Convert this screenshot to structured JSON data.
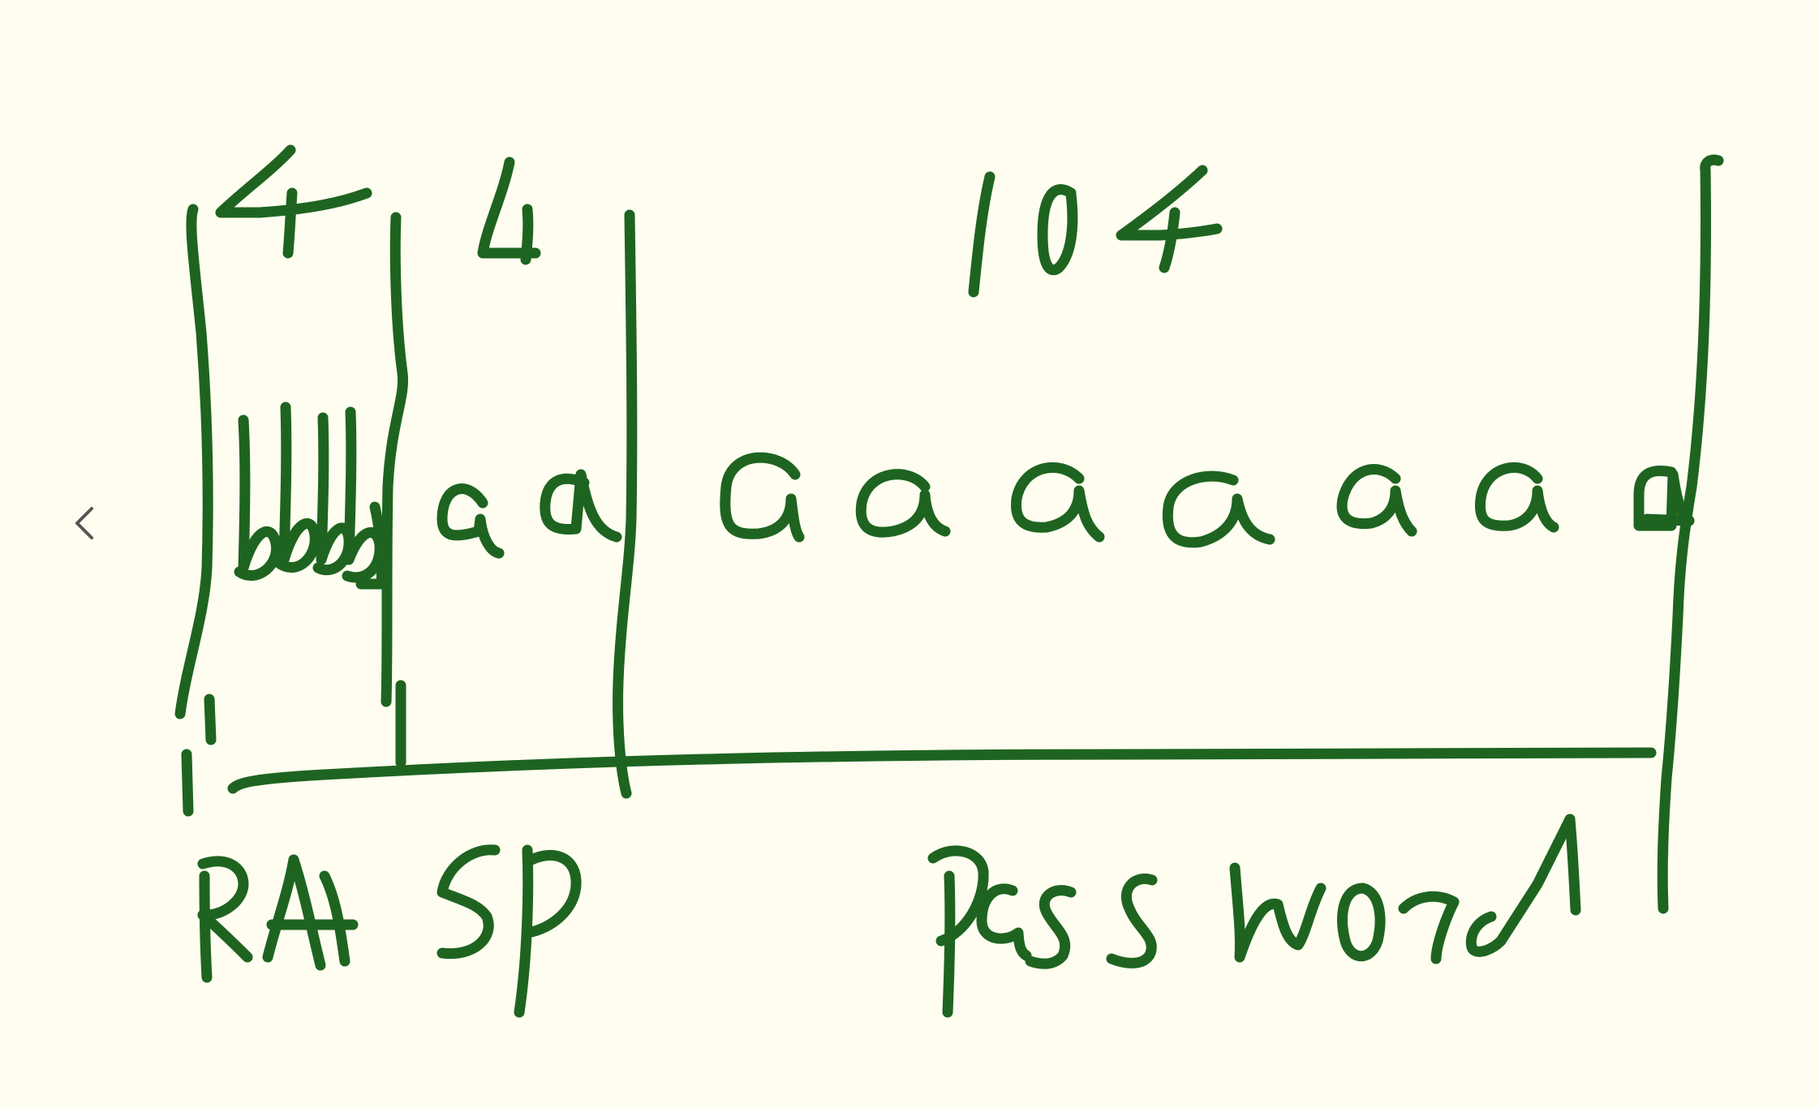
{
  "nav": {
    "back_icon": "chevron-left-icon"
  },
  "diagram": {
    "ink_color": "#1e6420",
    "background_color": "#fefdf0",
    "segments": [
      {
        "id": "ra",
        "top_label": "4",
        "content": "bbbb",
        "bottom_label": "RA"
      },
      {
        "id": "sp",
        "top_label": "4",
        "content": "aa",
        "bottom_label": "SP"
      },
      {
        "id": "password",
        "top_label": "104",
        "content": "aaaaaaaa",
        "bottom_label": "password"
      }
    ]
  }
}
